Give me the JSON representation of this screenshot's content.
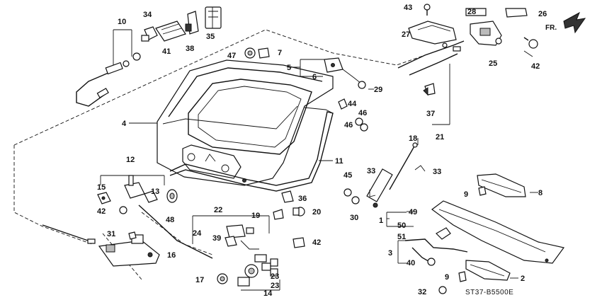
{
  "orientation_label": "FR.",
  "diagram_code": "ST37-B5500E",
  "callouts": [
    "1",
    "2",
    "3",
    "4",
    "5",
    "6",
    "7",
    "8",
    "9",
    "9",
    "10",
    "11",
    "12",
    "13",
    "14",
    "15",
    "16",
    "17",
    "18",
    "19",
    "20",
    "21",
    "22",
    "23",
    "23",
    "24",
    "25",
    "26",
    "27",
    "28",
    "29",
    "30",
    "31",
    "32",
    "33",
    "33",
    "34",
    "35",
    "36",
    "37",
    "38",
    "39",
    "40",
    "41",
    "42",
    "42",
    "42",
    "42",
    "43",
    "44",
    "45",
    "46",
    "46",
    "47",
    "48",
    "49",
    "50",
    "51"
  ]
}
